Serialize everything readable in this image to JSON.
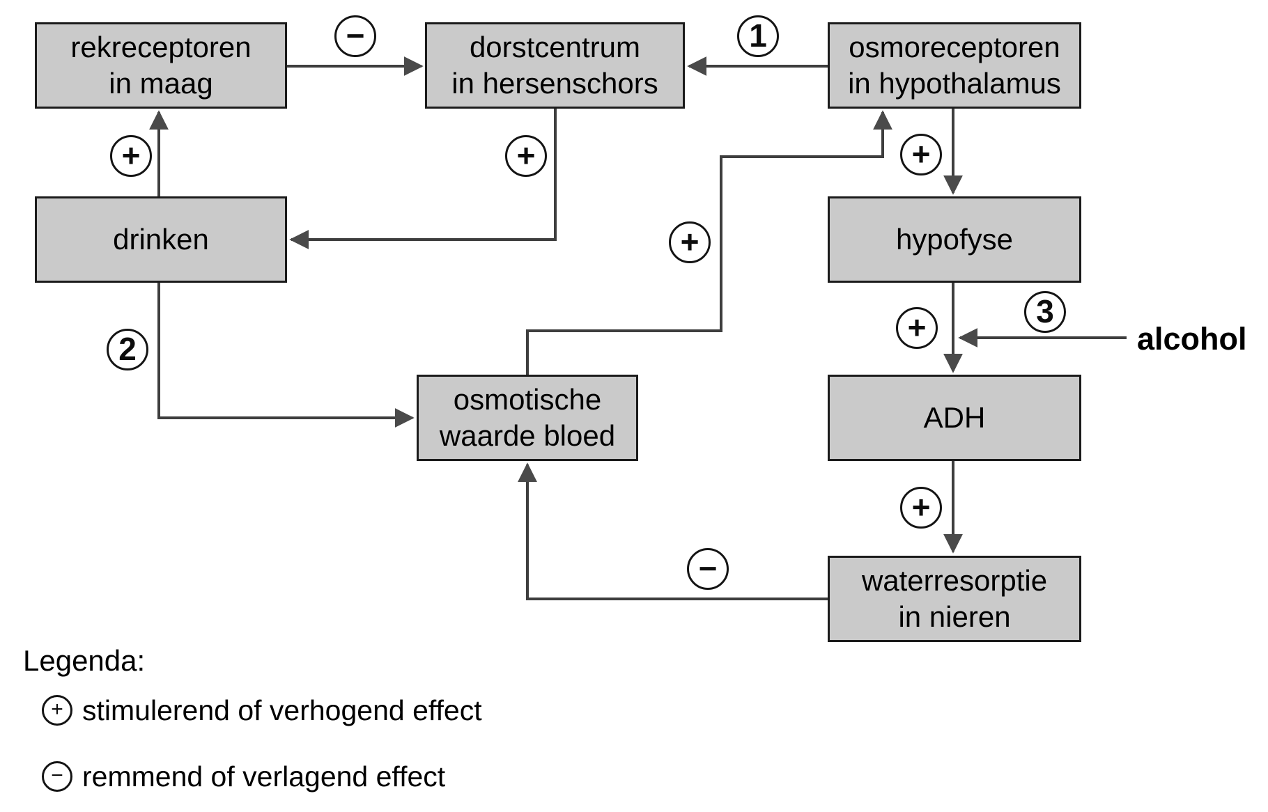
{
  "diagram": {
    "nodes": {
      "rekreceptoren": "rekreceptoren\nin maag",
      "dorstcentrum": "dorstcentrum\nin hersenschors",
      "osmoreceptoren": "osmoreceptoren\nin hypothalamus",
      "drinken": "drinken",
      "hypofyse": "hypofyse",
      "osmotische": "osmotische\nwaarde bloed",
      "adh": "ADH",
      "waterresorptie": "waterresorptie\nin nieren"
    },
    "markers": {
      "minus_rek_dorst": "−",
      "num1": "1",
      "plus_drinken_rek": "+",
      "plus_dorst_drinken": "+",
      "plus_osmotische_osmoreceptoren": "+",
      "plus_osmoreceptoren_hypofyse": "+",
      "num2": "2",
      "plus_hypofyse_adh": "+",
      "num3": "3",
      "plus_adh_waterresorptie": "+",
      "minus_waterresorptie_osmotische": "−"
    },
    "external_label": "alcohol"
  },
  "legend": {
    "title": "Legenda:",
    "items": [
      {
        "symbol": "+",
        "text": "stimulerend of verhogend effect"
      },
      {
        "symbol": "−",
        "text": "remmend of verlagend effect"
      }
    ]
  },
  "colors": {
    "box_fill": "#cacaca",
    "box_border": "#1b1b1b",
    "line": "#3e3e3e",
    "arrow": "#4a4a4a",
    "background": "#ffffff"
  }
}
